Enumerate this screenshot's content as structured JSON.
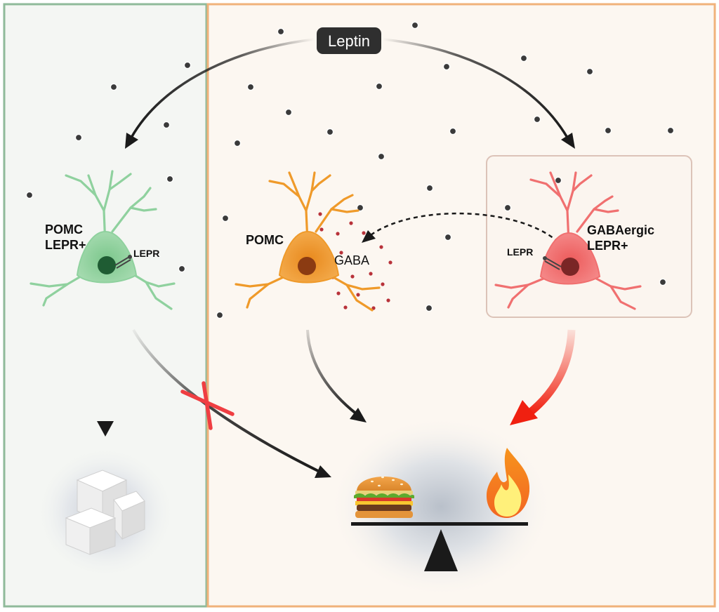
{
  "hormone_label": "Leptin",
  "left_panel": {
    "neuron_label_line1": "POMC",
    "neuron_label_line2": "LEPR+",
    "receptor_label": "LEPR"
  },
  "middle": {
    "neuron_label": "POMC",
    "neurotransmitter_label": "GABA"
  },
  "right_panel": {
    "neuron_label_line1": "GABAergic",
    "neuron_label_line2": "LEPR+",
    "receptor_label": "LEPR"
  },
  "colors": {
    "left_panel_border": "#8fba9a",
    "left_panel_fill": "#f4f6f3",
    "right_panel_border": "#f0b27a",
    "right_panel_fill": "#fcf7f1",
    "pomc_lepr_neuron": "#8fd19e",
    "pomc_neuron": "#ef9a2a",
    "gabaergic_neuron": "#f07070",
    "gaba_dots": "#b8323a",
    "inhibition_cross": "#ef3e42",
    "red_arrow": "#f02010"
  },
  "icons": {
    "sugar": "sugar-cubes-icon",
    "food_intake": "burger-icon",
    "energy_expenditure": "flame-icon",
    "balance": "balance-scale-icon"
  }
}
